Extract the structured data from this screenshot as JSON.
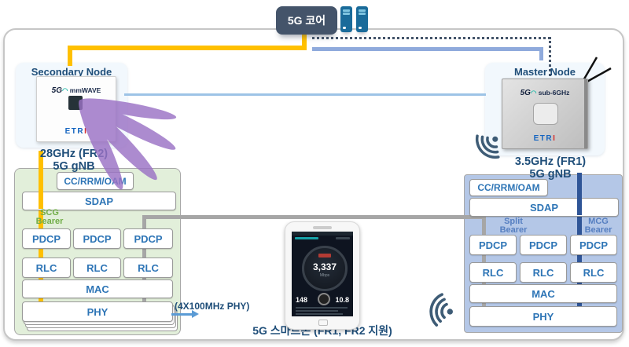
{
  "core": {
    "label": "5G 코어"
  },
  "nodes": {
    "secondary": {
      "title": "Secondary Node",
      "device_top": "5G",
      "device_sub": "mmWAVE",
      "brand": "ETR",
      "brand_accent": "I",
      "freq": "28GHz (FR2)",
      "role": "5G gNB"
    },
    "master": {
      "title": "Master Node",
      "device_top": "5G",
      "device_sub": "sub-6GHz",
      "brand": "ETR",
      "brand_accent": "I",
      "freq": "3.5GHz (FR1)",
      "role": "5G gNB"
    }
  },
  "left_stack": {
    "cc": "CC/RRM/OAM",
    "sdap": "SDAP",
    "bearer_line1": "SCG",
    "bearer_line2": "Bearer",
    "pdcp": [
      "PDCP",
      "PDCP",
      "PDCP"
    ],
    "rlc": [
      "RLC",
      "RLC",
      "RLC"
    ],
    "mac": "MAC",
    "phy": "PHY",
    "phy_note": "(4X100MHz PHY)"
  },
  "right_stack": {
    "cc": "CC/RRM/OAM",
    "sdap": "SDAP",
    "split_line1": "Split",
    "split_line2": "Bearer",
    "mcg_line1": "MCG",
    "mcg_line2": "Bearer",
    "pdcp": [
      "PDCP",
      "PDCP",
      "PDCP"
    ],
    "rlc": [
      "RLC",
      "RLC",
      "RLC"
    ],
    "mac": "MAC",
    "phy": "PHY"
  },
  "phone": {
    "speed": "3,337",
    "unit": "Mbps",
    "download": "148",
    "upload": "10.8",
    "caption": "5G 스마트폰 (FR1, FR2 지원)"
  },
  "colors": {
    "core_line_secondary": "#FFC000",
    "core_line_master_solid": "#8FAADC",
    "core_line_master_dotted": "#44546A",
    "bearer_line": "#A6A6A6",
    "mcg_line": "#2F5597",
    "internode_line": "#9DC3E6",
    "secondary_stack_bg": "#E2EFDA",
    "master_stack_bg": "#B4C7E7",
    "label_navy": "#1F4E79",
    "beam_purple": "#9B72C5"
  }
}
